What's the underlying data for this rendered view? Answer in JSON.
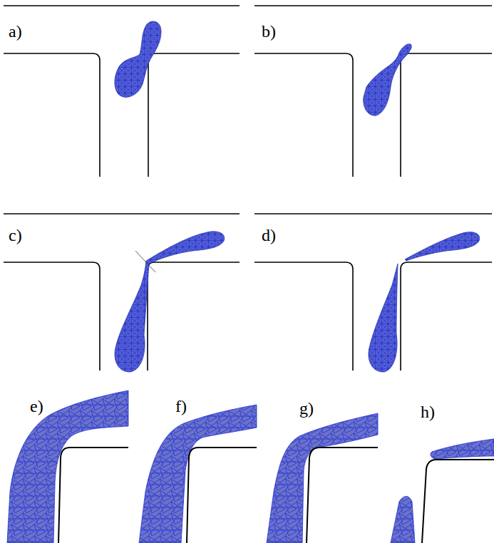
{
  "diagram": {
    "labels": [
      "a)",
      "b)",
      "c)",
      "d)",
      "e)",
      "f)",
      "g)",
      "h)"
    ]
  }
}
